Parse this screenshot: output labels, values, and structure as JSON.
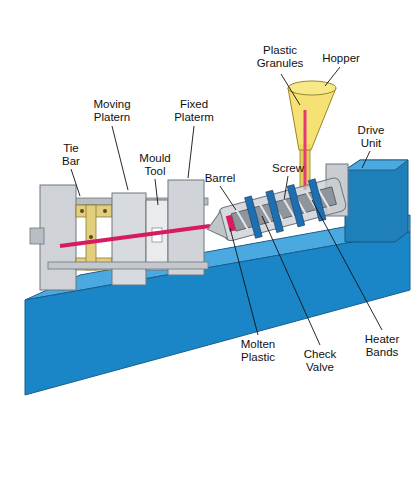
{
  "diagram": {
    "labels": [
      "Plastic Granules",
      "Hopper",
      "Moving Platern",
      "Fixed Platerm",
      "Tie Bar",
      "Mould Tool",
      "Barrel",
      "Screw",
      "Drive Unit",
      "Molten Plastic",
      "Check Valve",
      "Heater Bands"
    ]
  }
}
